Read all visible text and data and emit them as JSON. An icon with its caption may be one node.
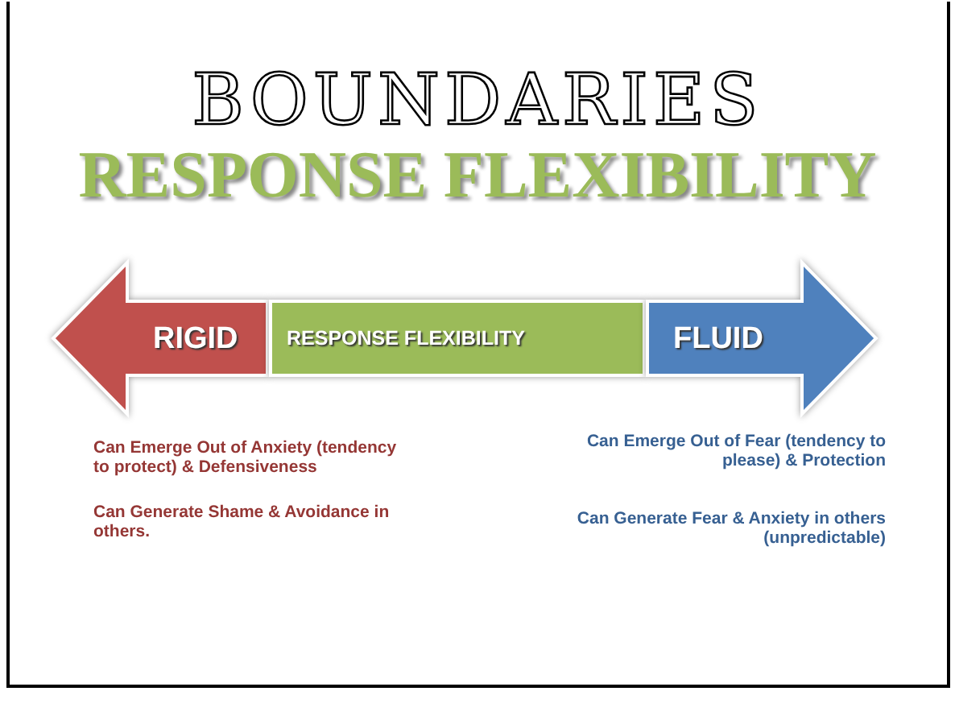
{
  "diagram": {
    "title": "BOUNDARIES",
    "nodes": [
      {
        "text": [
          "RIGID"
        ],
        "beside": [
          "Can Emerge Out of Anxiety (tendency to protect) & Defensiveness",
          "Can Generate Shame & Avoidance in others."
        ]
      },
      {
        "text": [
          "RESPONSE FLEXIBILITY"
        ]
      },
      {
        "text": [
          "FLUID"
        ],
        "beside": [
          "Can Emerge Out of Fear (tendency to please) & Protection",
          "Can Generate Fear & Anxiety in others (unpredictable)"
        ]
      }
    ],
    "labels": [
      "RESPONSE FLEXIBILITY"
    ]
  }
}
